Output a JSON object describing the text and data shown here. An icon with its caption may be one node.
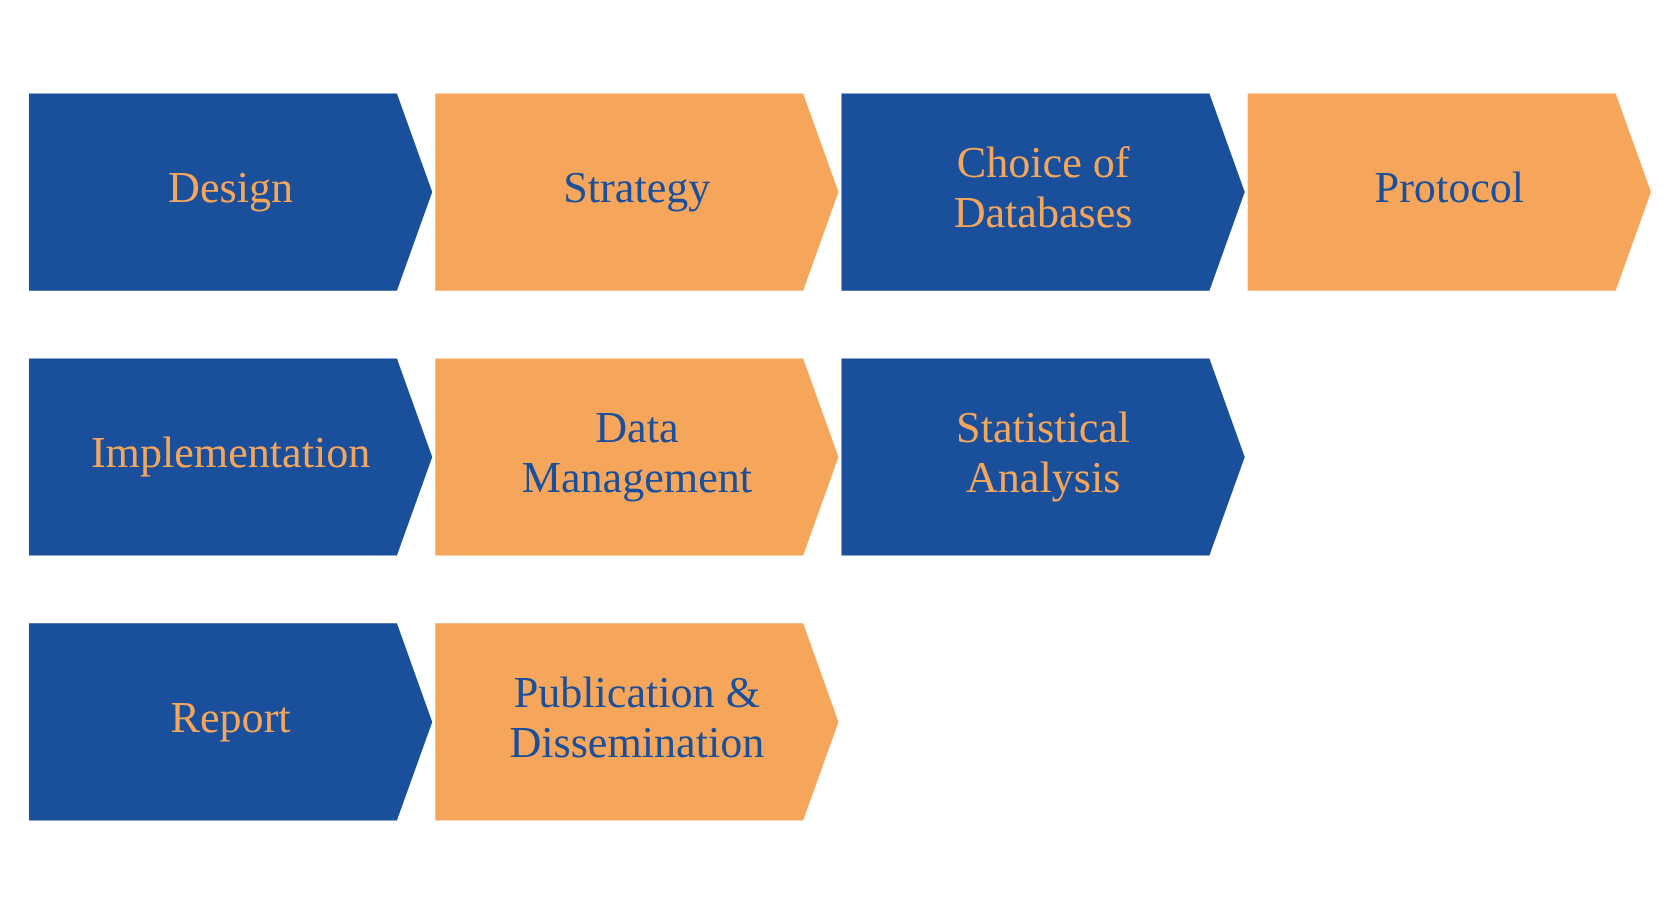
{
  "diagram": {
    "nodes": [
      {
        "text": [
          "Design"
        ]
      },
      {
        "text": [
          "Strategy"
        ]
      },
      {
        "text": [
          "Choice of Databases"
        ]
      },
      {
        "text": [
          "Protocol"
        ]
      },
      {
        "text": [
          "Implementation"
        ]
      },
      {
        "text": [
          "Data Management"
        ]
      },
      {
        "text": [
          "Statistical Analysis"
        ]
      },
      {
        "text": [
          "Report"
        ]
      },
      {
        "text": [
          "Publication & Dissemination"
        ]
      }
    ]
  }
}
